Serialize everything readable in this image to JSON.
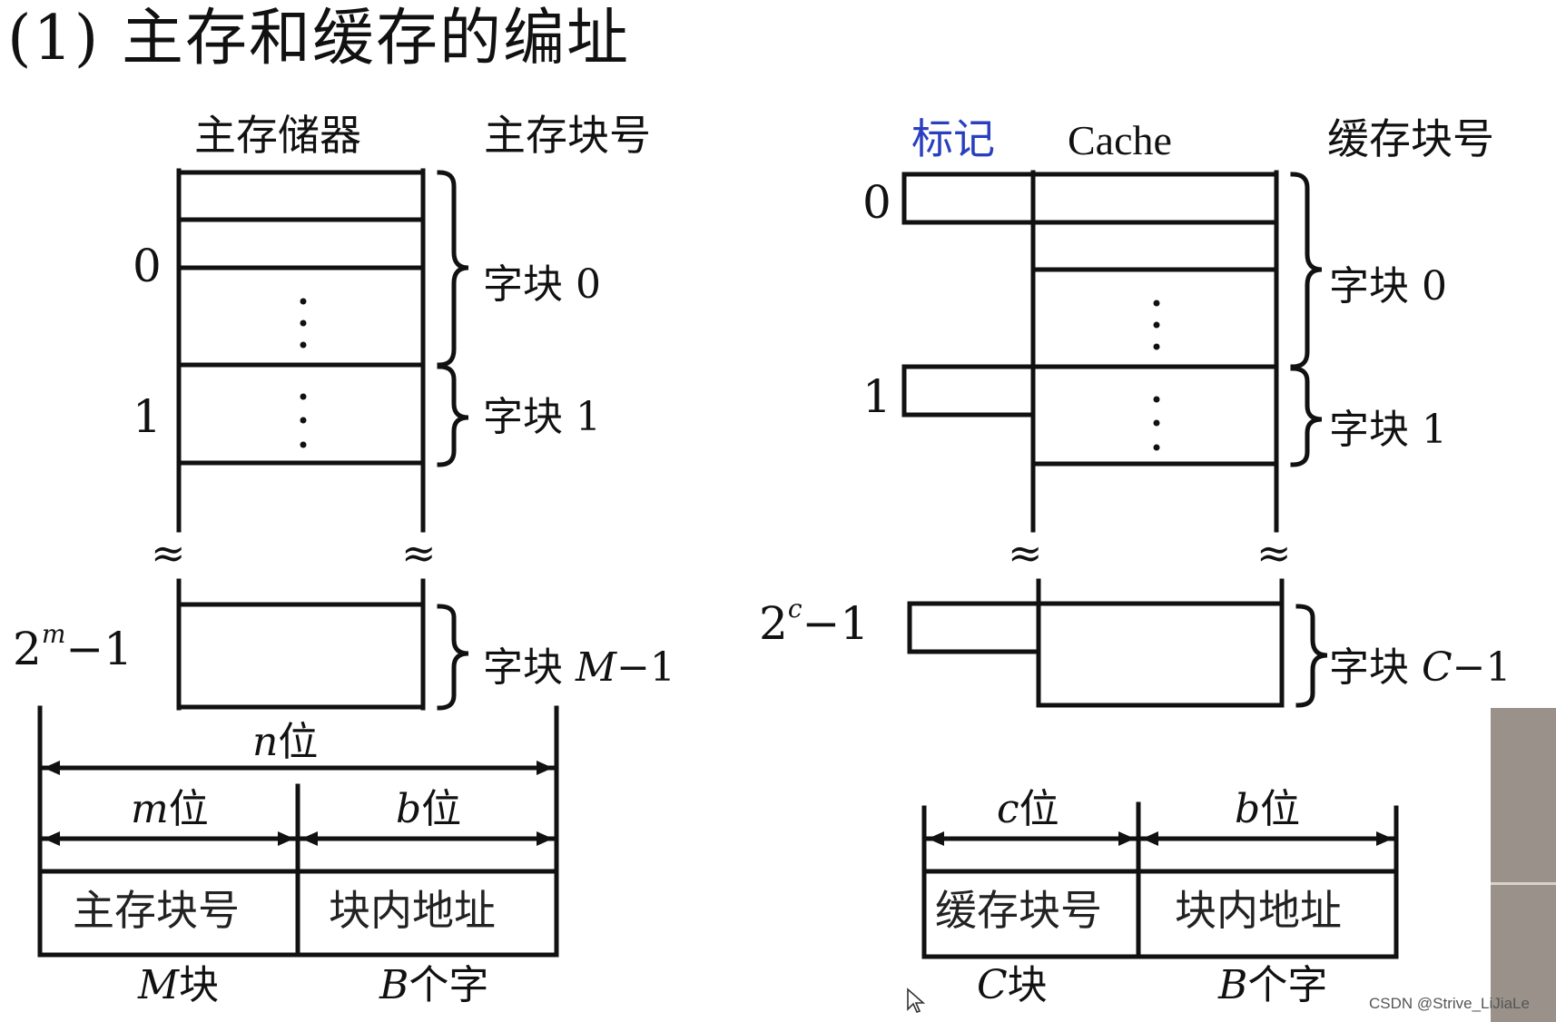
{
  "title": "(1)  主存和缓存的编址",
  "logo_text": "...",
  "left": {
    "header_memory": "主存储器",
    "header_block_no": "主存块号",
    "index_0": "0",
    "index_1": "1",
    "index_last_base": "2",
    "index_last_exp": "m",
    "index_last_tail": "−1",
    "block_0": "字块 0",
    "block_1": "字块 1",
    "block_last_prefix": "字块 ",
    "block_last_var": "M",
    "block_last_tail": "−1",
    "dim_total_var": "n",
    "dim_total_unit": "位",
    "dim_high_var": "m",
    "dim_high_unit": "位",
    "dim_low_var": "b",
    "dim_low_unit": "位",
    "field_high": "主存块号",
    "field_low": "块内地址",
    "under_high_var": "M",
    "under_high_unit": "块",
    "under_low_var": "B",
    "under_low_unit": "个字"
  },
  "right": {
    "header_tag": "标记",
    "header_cache": "Cache",
    "header_block_no": "缓存块号",
    "index_0": "0",
    "index_1": "1",
    "index_last_base": "2",
    "index_last_exp": "c",
    "index_last_tail": "−1",
    "block_0": "字块 0",
    "block_1": "字块 1",
    "block_last_prefix": "字块 ",
    "block_last_var": "C",
    "block_last_tail": "−1",
    "dim_high_var": "c",
    "dim_high_unit": "位",
    "dim_low_var": "b",
    "dim_low_unit": "位",
    "field_high": "缓存块号",
    "field_low": "块内地址",
    "under_high_var": "C",
    "under_high_unit": "块",
    "under_low_var": "B",
    "under_low_unit": "个字"
  },
  "wave_symbol": "≈",
  "watermark": "CSDN @Strive_LiJiaLe",
  "colors": {
    "tag_label": "#2a3fbf",
    "lines": "#111111"
  }
}
